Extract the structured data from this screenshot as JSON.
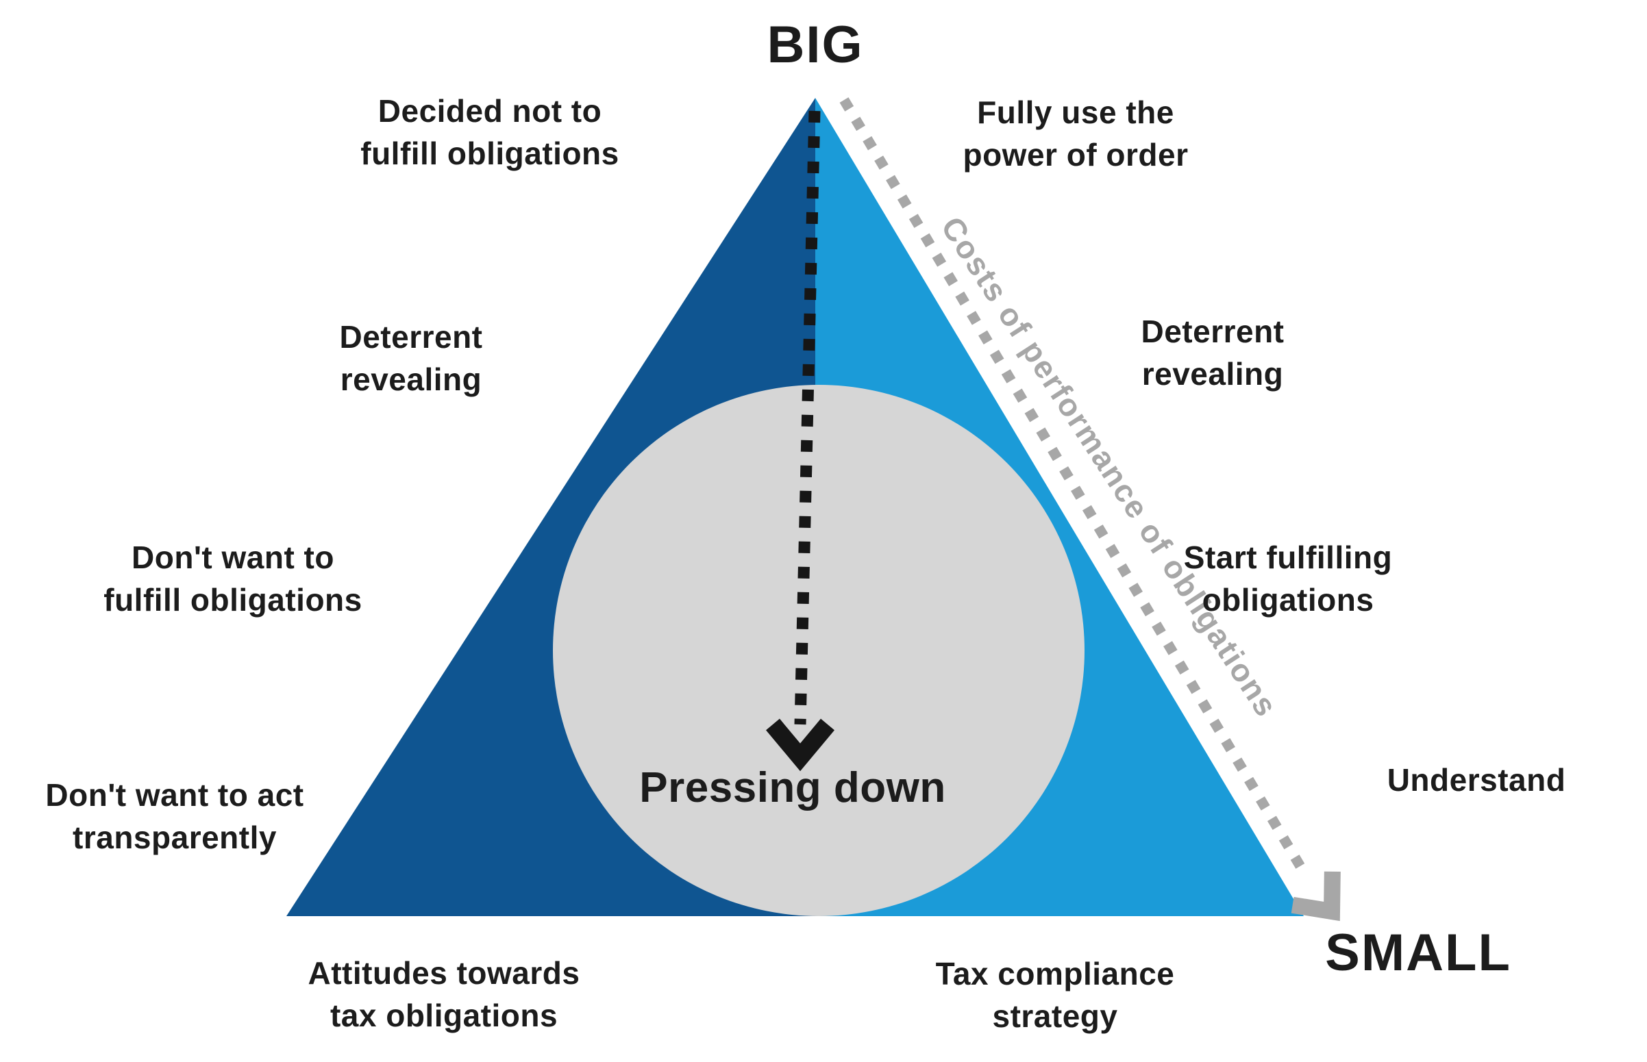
{
  "diagram": {
    "top_scale_label": "BIG",
    "bottom_scale_label": "SMALL",
    "center_circle_label": "Pressing down",
    "edge_label": "Costs of performance of obligations",
    "labels": {
      "decided": "Decided not to\nfulfill obligations",
      "fully": "Fully use the\npower of order",
      "deterrent_left": "Deterrent\nrevealing",
      "deterrent_right": "Deterrent\nrevealing",
      "dont_fulfill": "Don't want to\nfulfill obligations",
      "start_fulfilling": "Start fulfilling\nobligations",
      "dont_act": "Don't want to act\ntransparently",
      "understand": "Understand",
      "attitudes": "Attitudes towards\ntax obligations",
      "tax_strategy": "Tax compliance\nstrategy"
    },
    "colors": {
      "dark_blue": "#0f5591",
      "light_blue": "#1b9bd8",
      "circle_fill": "#d6d6d6",
      "arrow_black": "#161616",
      "arrow_gray": "#a7a7a7",
      "edge_text": "#a7a7a7"
    }
  }
}
